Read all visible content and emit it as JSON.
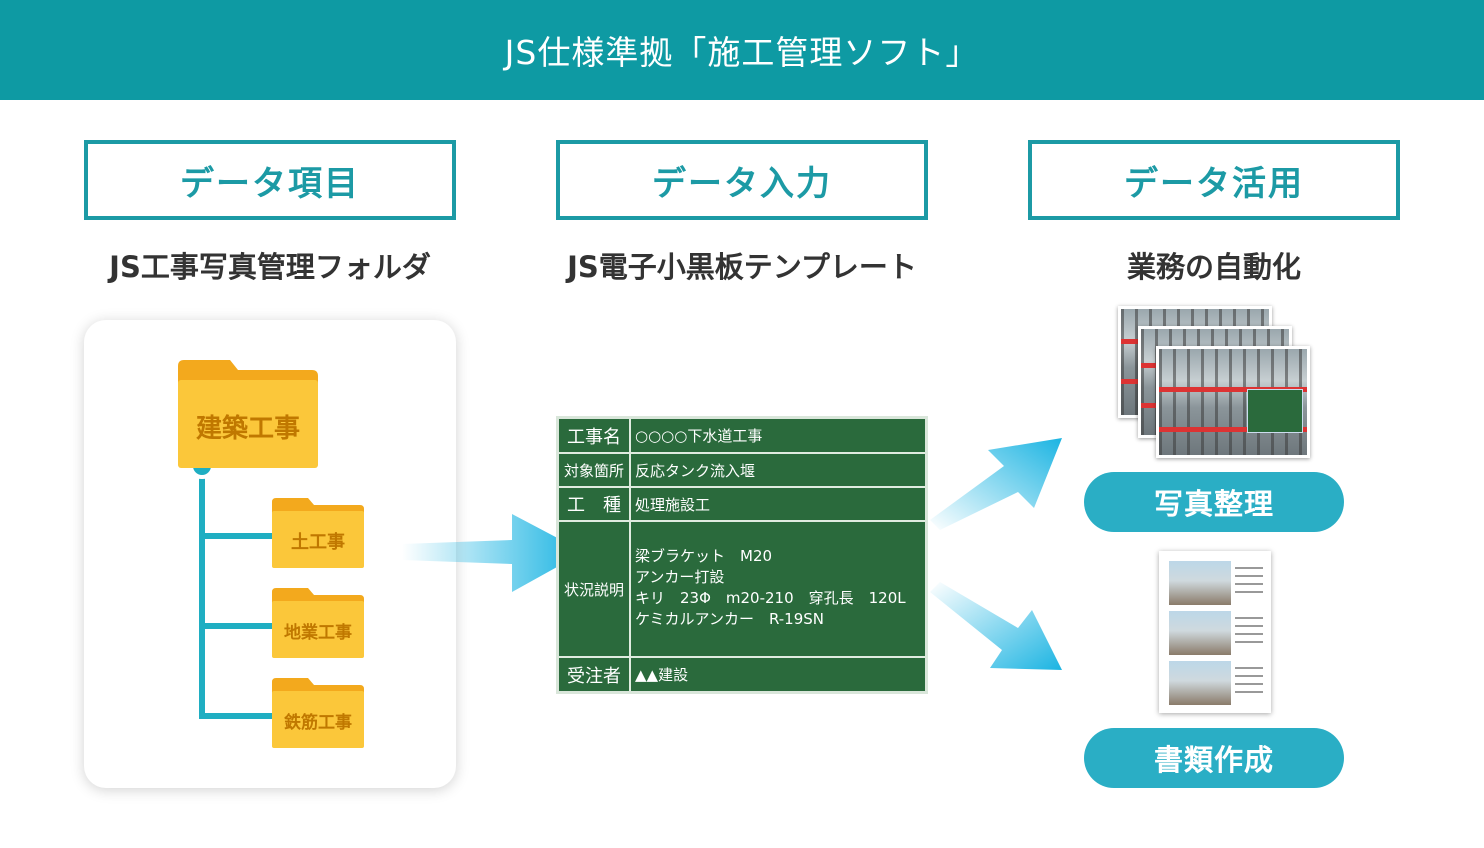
{
  "header": {
    "title": "JS仕様準拠「施工管理ソフト」"
  },
  "columns": [
    {
      "box": "データ項目",
      "subtitle": "JS工事写真管理フォルダ"
    },
    {
      "box": "データ入力",
      "subtitle": "JS電子小黒板テンプレート"
    },
    {
      "box": "データ活用",
      "subtitle": "業務の自動化"
    }
  ],
  "folders": {
    "root": "建築工事",
    "children": [
      "土工事",
      "地業工事",
      "鉄筋工事"
    ]
  },
  "board": {
    "rows": [
      {
        "label": "工事名",
        "value": "○○○○下水道工事"
      },
      {
        "label": "対象箇所",
        "value": "反応タンク流入堰"
      },
      {
        "label": "工　種",
        "value": "処理施設工"
      },
      {
        "label": "状況説明",
        "lines": [
          "梁ブラケット　M20",
          "アンカー打設",
          "キリ　23Φ　m20-210　穿孔長　120L",
          "ケミカルアンカー　R-19SN"
        ]
      },
      {
        "label": "受注者",
        "value": "▲▲建設"
      }
    ]
  },
  "outputs": [
    "写真整理",
    "書類作成"
  ],
  "colors": {
    "header": "#0e9aa3",
    "accent": "#1c9aa5",
    "pill": "#2aaec5",
    "board": "#2a6a3c",
    "folder": "#f7b928",
    "arrow": "#1bb4e2"
  }
}
